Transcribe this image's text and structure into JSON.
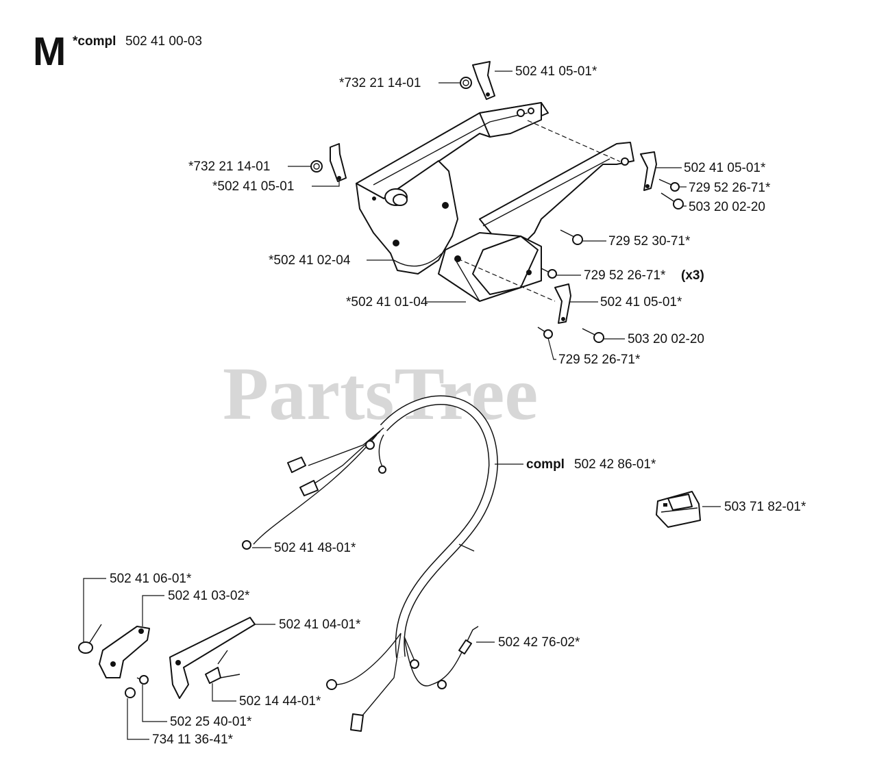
{
  "section": {
    "letter": "M",
    "prefix": "*compl",
    "number": "502 41 00-03"
  },
  "watermark": "PartsTree",
  "labels": [
    {
      "id": "c1",
      "text": "502 41 05-01*"
    },
    {
      "id": "c2",
      "text": "*732 21 14-01"
    },
    {
      "id": "c3",
      "text": "*732 21 14-01"
    },
    {
      "id": "c4",
      "text": "*502 41 05-01"
    },
    {
      "id": "c5",
      "text": "502 41 05-01*"
    },
    {
      "id": "c6",
      "text": "729 52 26-71*"
    },
    {
      "id": "c7",
      "text": "503 20 02-20"
    },
    {
      "id": "c8",
      "text": "729 52 30-71*"
    },
    {
      "id": "c9",
      "text": "*502 41 02-04"
    },
    {
      "id": "c10",
      "text": "729 52 26-71*",
      "suffix": "(x3)"
    },
    {
      "id": "c11",
      "text": "*502 41 01-04"
    },
    {
      "id": "c12",
      "text": "502 41 05-01*"
    },
    {
      "id": "c13",
      "text": "503 20 02-20"
    },
    {
      "id": "c14",
      "text": "729 52 26-71*"
    },
    {
      "id": "c15",
      "prefix": "compl",
      "text": "502 42 86-01*"
    },
    {
      "id": "c16",
      "text": "503 71 82-01*"
    },
    {
      "id": "c17",
      "text": "502 41 48-01*"
    },
    {
      "id": "c18",
      "text": "502 41 06-01*"
    },
    {
      "id": "c19",
      "text": "502 41 03-02*"
    },
    {
      "id": "c20",
      "text": "502 41 04-01*"
    },
    {
      "id": "c21",
      "text": "502 42 76-02*"
    },
    {
      "id": "c22",
      "text": "502 14 44-01*"
    },
    {
      "id": "c23",
      "text": "502 25 40-01*"
    },
    {
      "id": "c24",
      "text": "734 11 36-41*"
    }
  ]
}
